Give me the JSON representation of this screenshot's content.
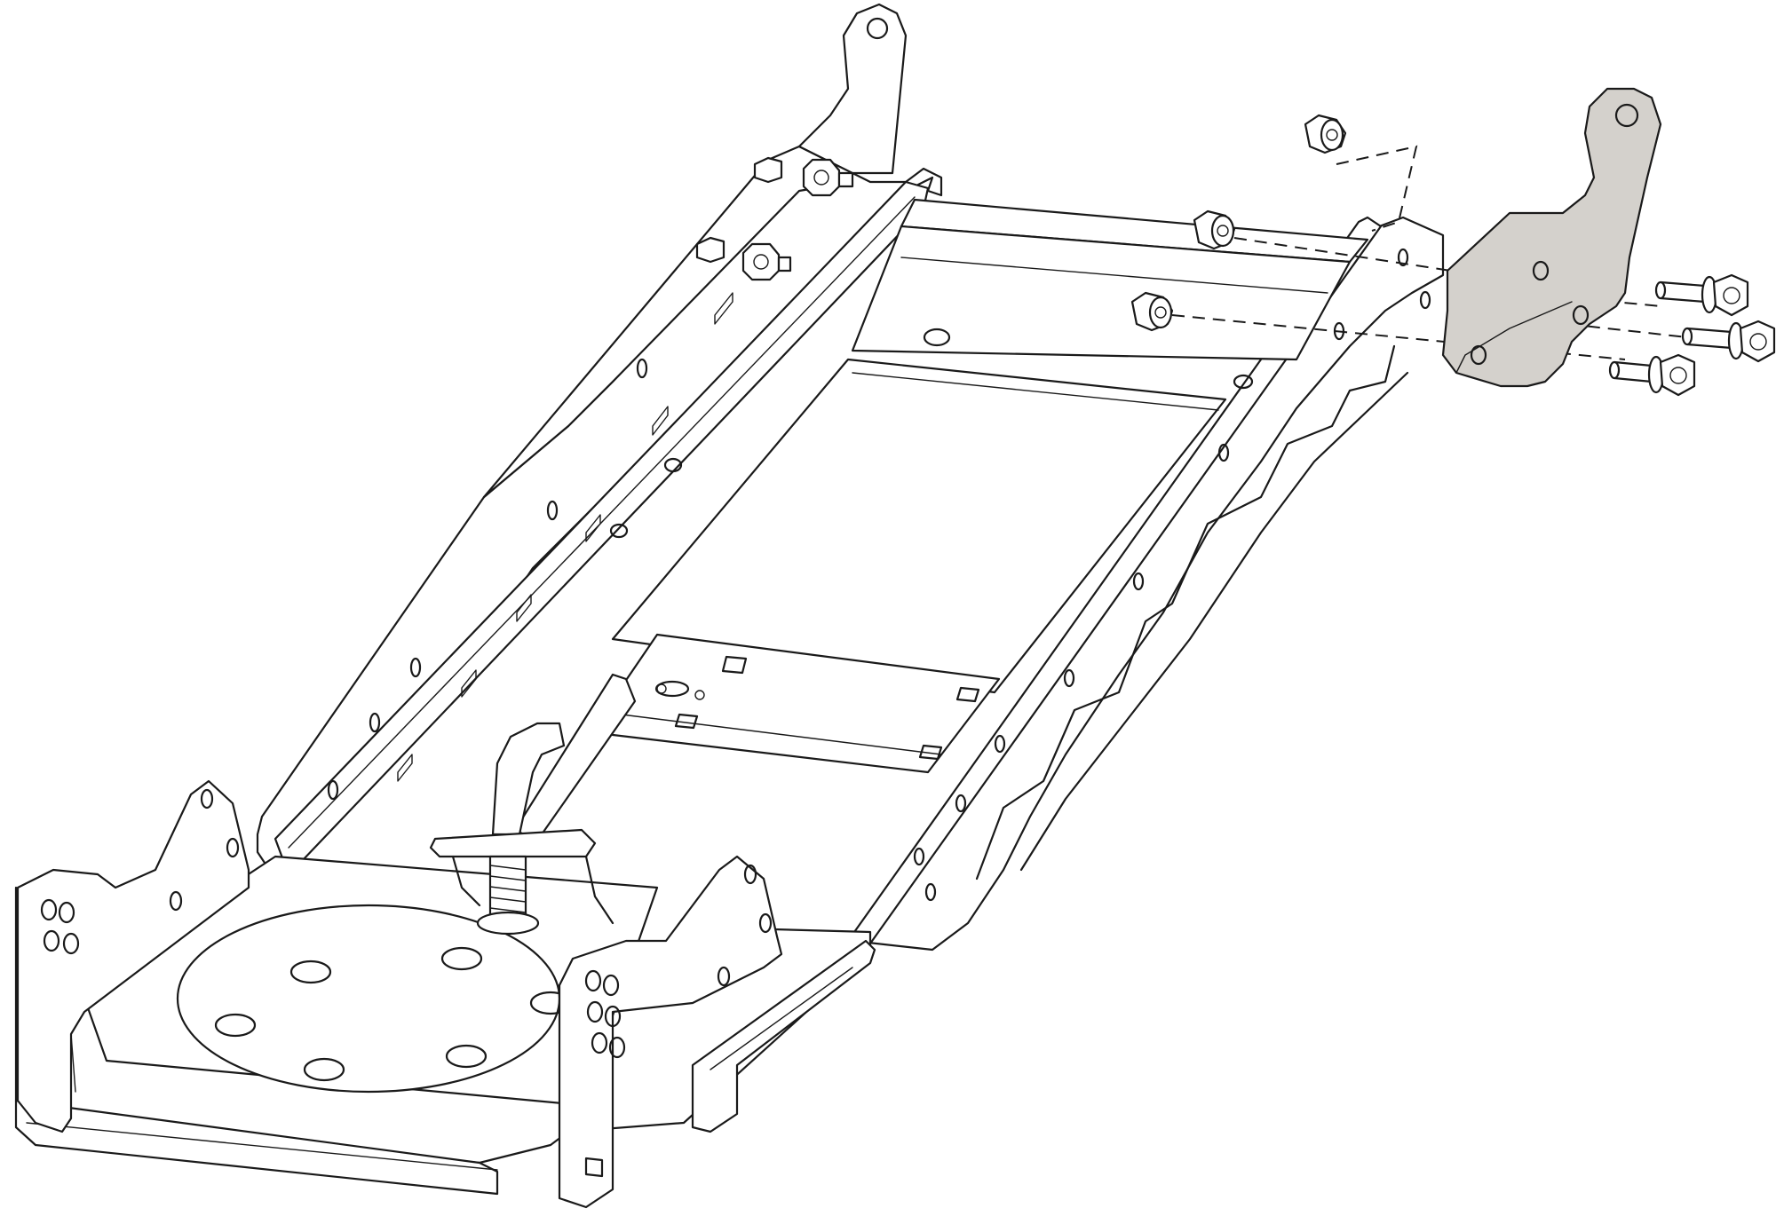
{
  "figure": {
    "type": "exploded assembly line drawing",
    "style": "black line art on white, highlighted part shaded grey",
    "highlight_color": "#d4d1cc",
    "line_color": "#1a1a1a",
    "background_color": "#ffffff"
  },
  "parts": {
    "highlighted": "mounting-bracket",
    "hardware": [
      "flange-nut",
      "flange-nut",
      "flange-nut",
      "hex-flange-bolt",
      "hex-flange-bolt",
      "hex-flange-bolt"
    ]
  },
  "text": {}
}
